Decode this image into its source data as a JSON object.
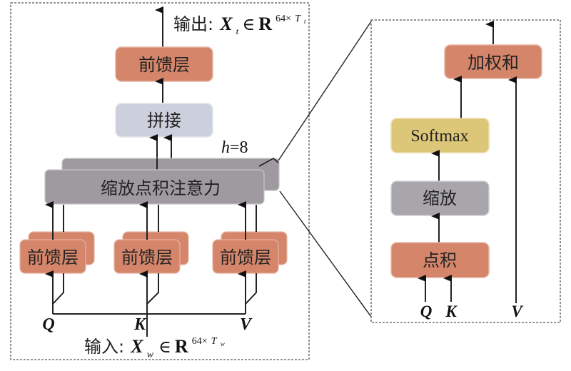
{
  "left_panel": {
    "output_label": {
      "prefix": "输出:",
      "var": "X",
      "var_sub": "t",
      "in": "∈",
      "space": "R",
      "sup_num": "64×",
      "sup_var": "T",
      "sup_sub": "t"
    },
    "input_label": {
      "prefix": "输入:",
      "var": "X",
      "var_sub": "w",
      "in": "∈",
      "space": "R",
      "sup_num": "64×",
      "sup_var": "T",
      "sup_sub": "w"
    },
    "top_ffn": "前馈层",
    "concat": "拼接",
    "heads_label": "h=8",
    "heads_var": "h",
    "heads_eq": "=8",
    "attention": "缩放点积注意力",
    "ffn_blocks": [
      "前馈层",
      "前馈层",
      "前馈层"
    ],
    "inputs": [
      "Q",
      "K",
      "V"
    ]
  },
  "right_panel": {
    "weighted_sum": "加权和",
    "softmax": "Softmax",
    "scale": "缩放",
    "dot_product": "点积",
    "inputs": [
      "Q",
      "K",
      "V"
    ]
  },
  "colors": {
    "ffn": "#d4856a",
    "concat": "#ccd0dd",
    "attention": "#9e9a9f",
    "softmax": "#dcc677",
    "scale": "#a9a6ab",
    "border": "#555555"
  }
}
